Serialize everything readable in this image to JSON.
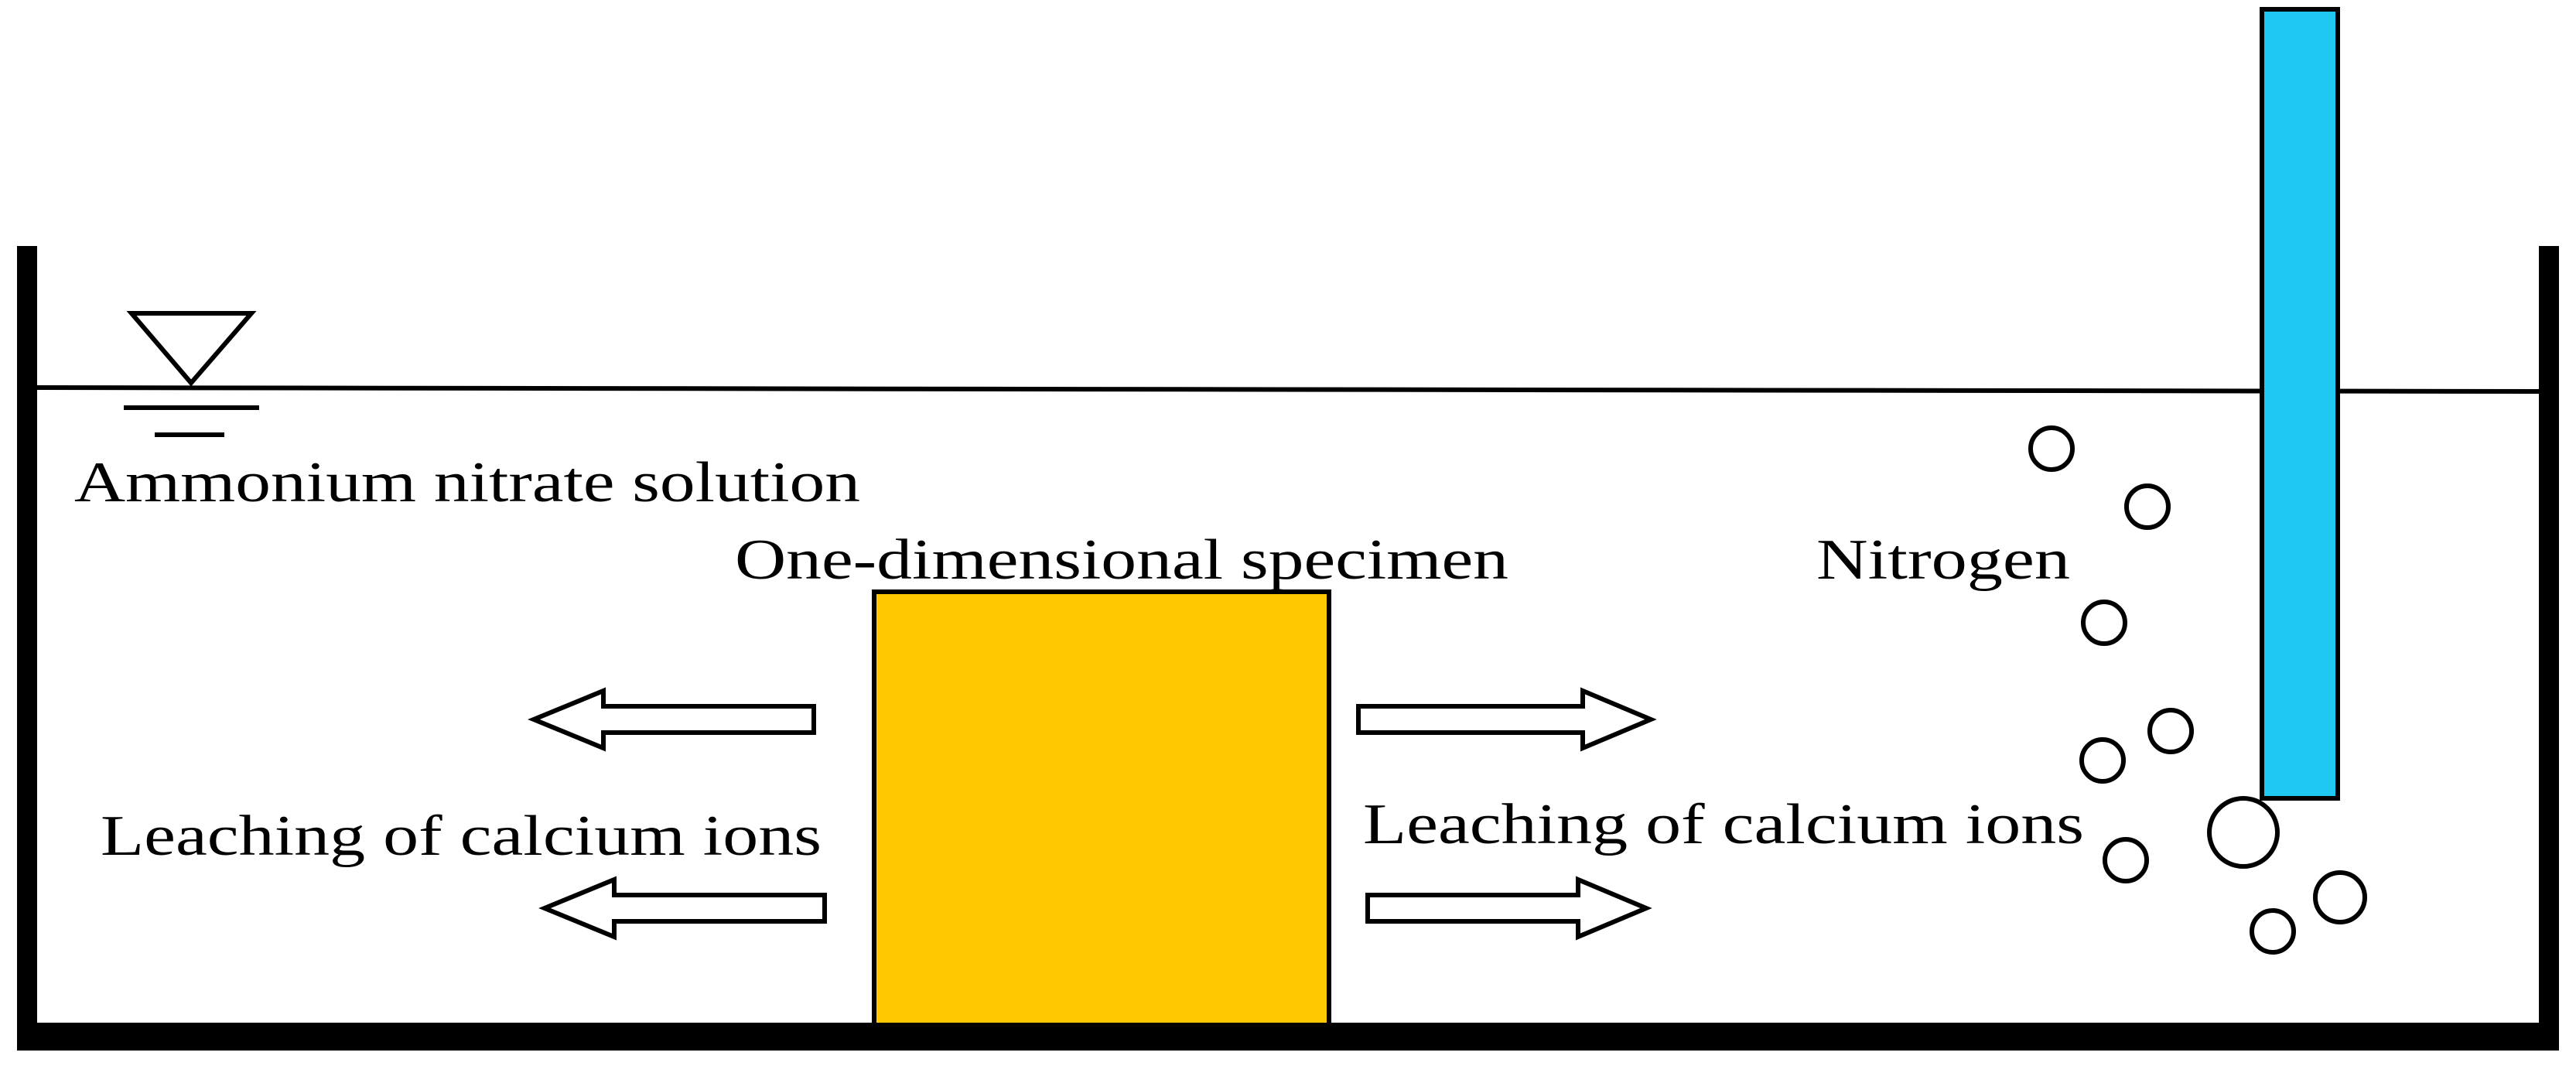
{
  "labels": {
    "solution": "Ammonium nitrate solution",
    "specimen": "One-dimensional specimen",
    "gas": "Nitrogen",
    "leach_left": "Leaching of calcium ions",
    "leach_right": "Leaching of calcium ions"
  },
  "colors": {
    "specimen_fill": "#FFC800",
    "tube_fill": "#1EC8F0",
    "line": "#000000",
    "background": "#FFFFFF"
  },
  "icons": {
    "water_level": "inverted-triangle-water-level-icon",
    "bubble": "bubble-icon",
    "arrow": "hollow-arrow-icon"
  }
}
